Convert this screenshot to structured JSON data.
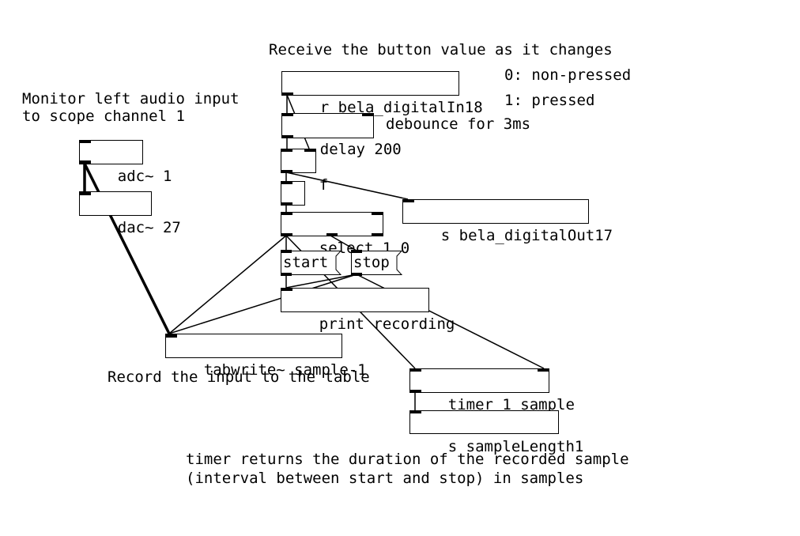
{
  "comments": {
    "receive": "Receive the button value as it changes",
    "nonpressed": "0: non-pressed",
    "pressed": "1: pressed",
    "monitor_1": "Monitor left audio input",
    "monitor_2": "to scope channel 1",
    "debounce": "debounce for 3ms",
    "record": "Record the input to the table",
    "timer_1": "timer returns the duration of the recorded sample",
    "timer_2": "(interval between start and stop) in samples"
  },
  "objects": {
    "receive": "r bela_digitalIn18",
    "delay": "delay 200",
    "float": "f",
    "adc": "adc~ 1",
    "dac": "dac~ 27",
    "send_out": "s bela_digitalOut17",
    "select": "select 1 0",
    "print": "print recording",
    "tabwrite": "tabwrite~ sample-1",
    "timer": "timer 1 sample",
    "send_length": "s sampleLength1"
  },
  "messages": {
    "start": "start",
    "stop": "stop"
  }
}
